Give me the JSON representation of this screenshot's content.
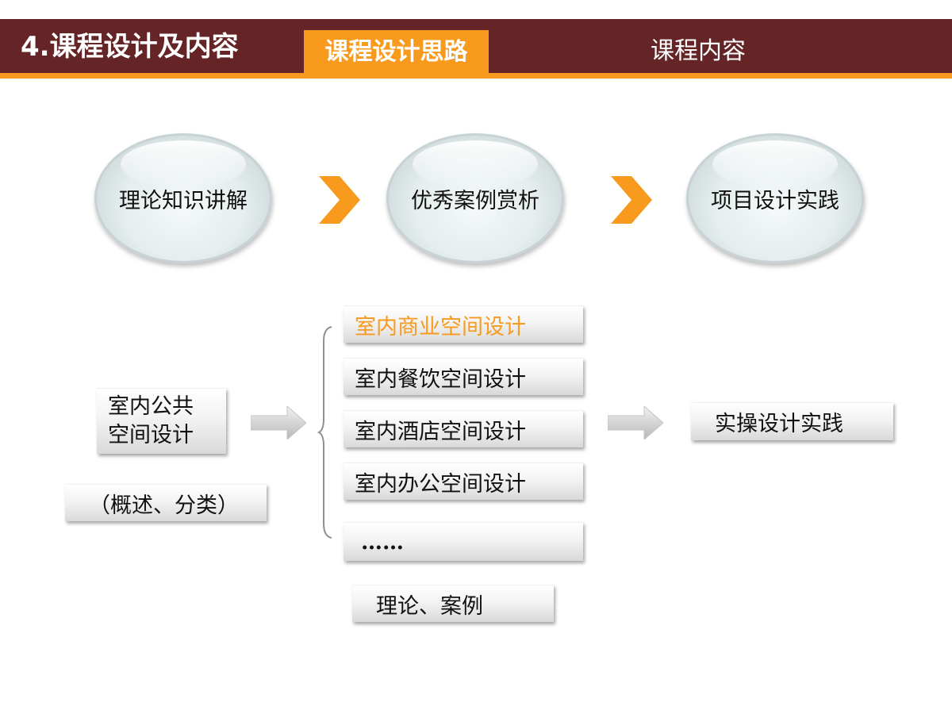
{
  "header": {
    "title": "4.课程设计及内容",
    "tab_active": "课程设计思路",
    "tab_inactive": "课程内容"
  },
  "flow": {
    "steps": [
      "理论知识讲解",
      "优秀案例赏析",
      "项目设计实践"
    ]
  },
  "content": {
    "left_box": "室内公共\n空间设计",
    "left_sub": "（概述、分类）",
    "list": [
      "室内商业空间设计",
      "室内餐饮空间设计",
      "室内酒店空间设计",
      "室内办公空间设计",
      "……"
    ],
    "list_caption": "理论、案例",
    "right_box": "实操设计实践"
  },
  "colors": {
    "header_bg": "#652425",
    "accent": "#f79a1e"
  }
}
